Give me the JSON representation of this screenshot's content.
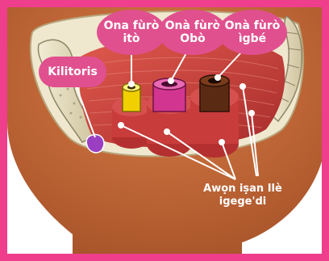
{
  "labels": {
    "clitoris": "Kilitoris",
    "urethra": "Ona fùrò\nitò",
    "vagina": "Onà fùrò\nObò",
    "anus": "Onà fùrò\nìgbé",
    "pelvic_floor_muscles": "Awọn iṣan Ilè\nigege'di"
  },
  "colors": {
    "frame": "#ee3e8c",
    "bubble": "#e0508f",
    "skin": "#c46a3c",
    "bone": "#e8dfc3",
    "muscle": "#c63a3a",
    "urethra_tube": "#f0d000",
    "vagina_tube": "#d2358f",
    "anus_tube": "#5a2a12"
  }
}
